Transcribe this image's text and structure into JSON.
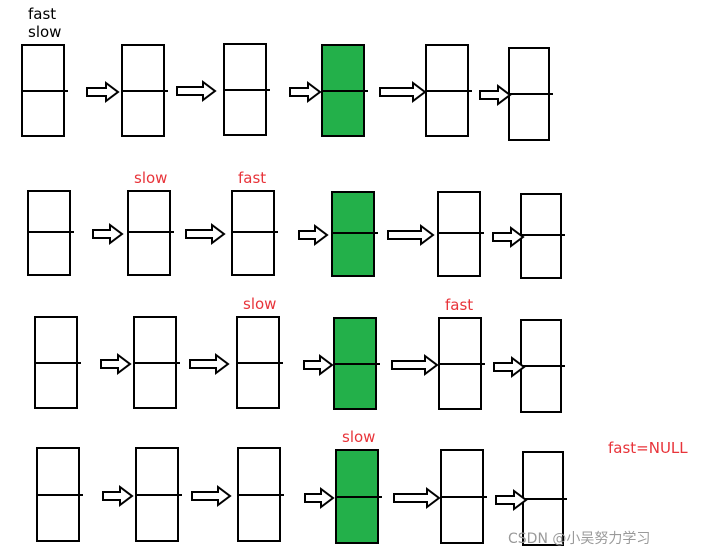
{
  "rows": [
    {
      "highlight_index": 3,
      "labels": [
        {
          "node": 0,
          "lines": [
            "fast",
            "slow"
          ],
          "color": "black"
        }
      ]
    },
    {
      "highlight_index": 3,
      "labels": [
        {
          "node": 1,
          "lines": [
            "slow"
          ],
          "color": "red"
        },
        {
          "node": 2,
          "lines": [
            "fast"
          ],
          "color": "red"
        }
      ]
    },
    {
      "highlight_index": 3,
      "labels": [
        {
          "node": 2,
          "lines": [
            "slow"
          ],
          "color": "red"
        },
        {
          "node": 4,
          "lines": [
            "fast"
          ],
          "color": "red"
        }
      ]
    },
    {
      "highlight_index": 3,
      "labels": [
        {
          "node": 3,
          "lines": [
            "slow"
          ],
          "color": "red"
        }
      ]
    }
  ],
  "note": "fast=NULL",
  "watermark": "CSDN @小吴努力学习",
  "colors": {
    "highlight": "#23b04a",
    "label_red": "#e8343a",
    "watermark": "#9a9a9a"
  }
}
